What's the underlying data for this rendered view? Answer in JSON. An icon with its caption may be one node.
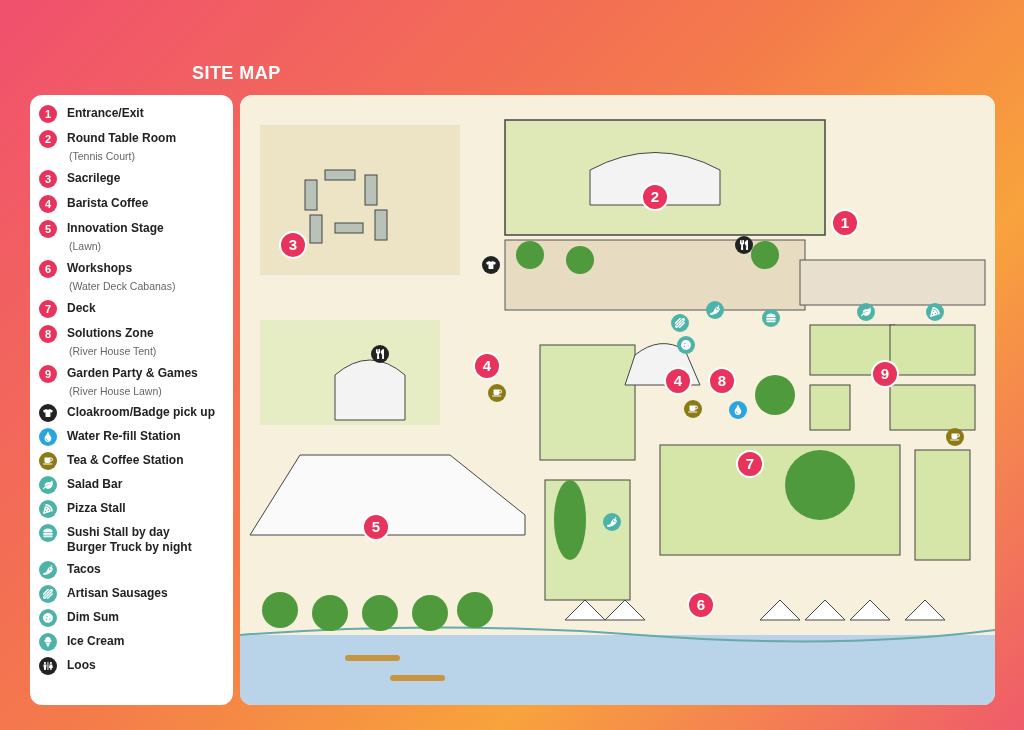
{
  "diagram": {
    "title": "SITE MAP",
    "labels": [
      "1",
      "2",
      "3",
      "4",
      "5",
      "6",
      "7",
      "8",
      "9",
      "1",
      "2",
      "3",
      "4",
      "4",
      "5",
      "6",
      "7",
      "8",
      "9"
    ],
    "legend": [
      {
        "text": "Entrance/Exit"
      },
      {
        "text": "Round Table Room"
      },
      {
        "text": "(Tennis Court)"
      },
      {
        "text": "Sacrilege"
      },
      {
        "text": "Barista Coffee"
      },
      {
        "text": "Innovation Stage"
      },
      {
        "text": "(Lawn)"
      },
      {
        "text": "Workshops"
      },
      {
        "text": "(Water Deck Cabanas)"
      },
      {
        "text": "Deck"
      },
      {
        "text": "Solutions Zone"
      },
      {
        "text": "(River House Tent)"
      },
      {
        "text": "Garden Party & Games"
      },
      {
        "text": "(River House Lawn)"
      },
      {
        "text": "Cloakroom/Badge pick up"
      },
      {
        "text": "Water Re-fill Station"
      },
      {
        "text": "Tea & Coffee Station"
      },
      {
        "text": "Salad Bar"
      },
      {
        "text": "Pizza Stall"
      },
      {
        "text": "Sushi Stall by day Burger Truck by night"
      },
      {
        "text": "Tacos"
      },
      {
        "text": "Artisan Sausages"
      },
      {
        "text": "Dim Sum"
      },
      {
        "text": "Ice Cream"
      },
      {
        "text": "Loos"
      }
    ]
  }
}
